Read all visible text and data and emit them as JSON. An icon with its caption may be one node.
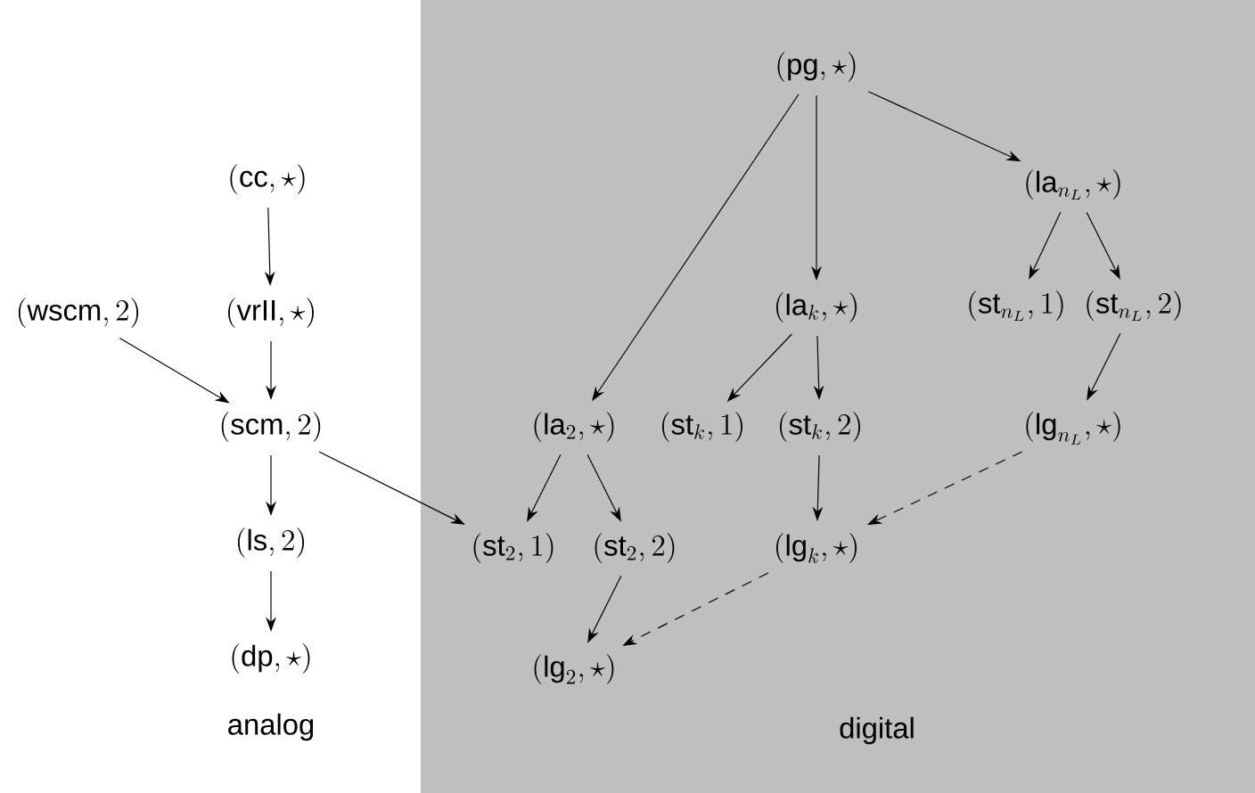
{
  "diagram": {
    "nodes": [
      {
        "text": [
          "digital"
        ]
      },
      {
        "text": [
          "(\\mathrm{cc},\\star)"
        ]
      },
      {
        "text": [
          "(\\mathrm{wscm},2)"
        ]
      },
      {
        "text": [
          "(\\mathrm{vrII},\\star)"
        ]
      },
      {
        "text": [
          "(\\mathrm{scm},2)"
        ]
      },
      {
        "text": [
          "(\\mathrm{ls},2)"
        ]
      },
      {
        "text": [
          "(\\mathrm{dp},\\star)"
        ]
      },
      {
        "text": [
          "(\\mathrm{pg},\\star)"
        ],
        "in": 0
      },
      {
        "text": [
          "(\\mathrm{la}_{n_L},\\star)"
        ],
        "in": 0
      },
      {
        "text": [
          "(\\mathrm{la}_{k},\\star)"
        ],
        "in": 0
      },
      {
        "text": [
          "(\\mathrm{st}_{n_L},1)"
        ],
        "in": 0
      },
      {
        "text": [
          "(\\mathrm{st}_{n_L},2)"
        ],
        "in": 0
      },
      {
        "text": [
          "(\\mathrm{la}_{2},\\star)"
        ],
        "in": 0
      },
      {
        "text": [
          "(\\mathrm{st}_{k},1)"
        ],
        "in": 0
      },
      {
        "text": [
          "(\\mathrm{st}_{k},2)"
        ],
        "in": 0
      },
      {
        "text": [
          "(\\mathrm{lg}_{n_L},\\star)"
        ],
        "in": 0
      },
      {
        "text": [
          "(\\mathrm{st}_{2},1)"
        ],
        "in": 0
      },
      {
        "text": [
          "(\\mathrm{st}_{2},2)"
        ],
        "in": 0
      },
      {
        "text": [
          "(\\mathrm{lg}_{k},\\star)"
        ],
        "in": 0
      },
      {
        "text": [
          "(\\mathrm{lg}_{2},\\star)"
        ],
        "in": 0
      }
    ],
    "edges": [
      {
        "from": 1,
        "to": 3,
        "arrow": "to"
      },
      {
        "from": 3,
        "to": 4,
        "arrow": "to"
      },
      {
        "from": 2,
        "to": 4,
        "arrow": "to"
      },
      {
        "from": 4,
        "to": 5,
        "arrow": "to"
      },
      {
        "from": 5,
        "to": 6,
        "arrow": "to"
      },
      {
        "from": 4,
        "to": 16,
        "arrow": "to"
      },
      {
        "from": 7,
        "to": 12,
        "arrow": "to"
      },
      {
        "from": 7,
        "to": 9,
        "arrow": "to"
      },
      {
        "from": 7,
        "to": 8,
        "arrow": "to"
      },
      {
        "from": 8,
        "to": 10,
        "arrow": "to"
      },
      {
        "from": 8,
        "to": 11,
        "arrow": "to"
      },
      {
        "from": 9,
        "to": 13,
        "arrow": "to"
      },
      {
        "from": 9,
        "to": 14,
        "arrow": "to"
      },
      {
        "from": 12,
        "to": 16,
        "arrow": "to"
      },
      {
        "from": 12,
        "to": 17,
        "arrow": "to"
      },
      {
        "from": 11,
        "to": 15,
        "arrow": "to"
      },
      {
        "from": 14,
        "to": 18,
        "arrow": "to"
      },
      {
        "from": 17,
        "to": 19,
        "arrow": "to"
      },
      {
        "from": 15,
        "to": 18,
        "arrow": "to",
        "style": "dashed"
      },
      {
        "from": 18,
        "to": 19,
        "arrow": "to",
        "style": "dashed"
      }
    ],
    "labels": [
      "analog"
    ]
  }
}
